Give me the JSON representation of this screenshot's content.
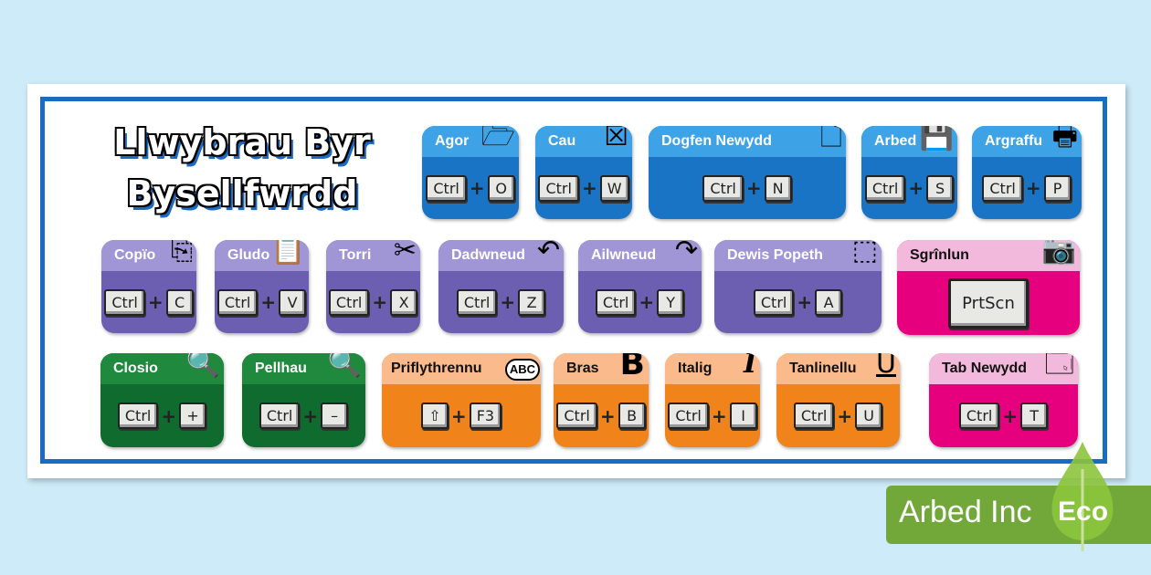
{
  "title": {
    "line1": "Llwybrau Byr",
    "line2": "Bysellfwrdd"
  },
  "colors": {
    "blue_hdr": "#3ea3e6",
    "blue_body": "#1a74c6",
    "purple_hdr": "#a096d6",
    "purple_body": "#6c5fb2",
    "green_hdr": "#1f8a3d",
    "green_body": "#0f6b2e",
    "orange_hdr": "#fbba8c",
    "orange_body": "#f0841a",
    "pink_hdr": "#f2b9dc",
    "pink_body": "#e6007e"
  },
  "cards": [
    {
      "label": "Agor",
      "keys": [
        "Ctrl",
        "O"
      ],
      "icon": "folder-icon",
      "glyph": "🗁",
      "theme": "blue"
    },
    {
      "label": "Cau",
      "keys": [
        "Ctrl",
        "W"
      ],
      "icon": "close-window-icon",
      "glyph": "☒",
      "theme": "blue"
    },
    {
      "label": "Dogfen Newydd",
      "keys": [
        "Ctrl",
        "N"
      ],
      "icon": "new-document-icon",
      "glyph": "🗋",
      "theme": "blue"
    },
    {
      "label": "Arbed",
      "keys": [
        "Ctrl",
        "S"
      ],
      "icon": "floppy-disk-icon",
      "glyph": "💾",
      "theme": "blue"
    },
    {
      "label": "Argraffu",
      "keys": [
        "Ctrl",
        "P"
      ],
      "icon": "printer-icon",
      "glyph": "🖶",
      "theme": "blue"
    },
    {
      "label": "Copïo",
      "keys": [
        "Ctrl",
        "C"
      ],
      "icon": "copy-icon",
      "glyph": "⎘",
      "theme": "purple"
    },
    {
      "label": "Gludo",
      "keys": [
        "Ctrl",
        "V"
      ],
      "icon": "clipboard-icon",
      "glyph": "📋",
      "theme": "purple"
    },
    {
      "label": "Torri",
      "keys": [
        "Ctrl",
        "X"
      ],
      "icon": "scissors-icon",
      "glyph": "✂",
      "theme": "purple"
    },
    {
      "label": "Dadwneud",
      "keys": [
        "Ctrl",
        "Z"
      ],
      "icon": "undo-icon",
      "glyph": "↶",
      "theme": "purple"
    },
    {
      "label": "Ailwneud",
      "keys": [
        "Ctrl",
        "Y"
      ],
      "icon": "redo-icon",
      "glyph": "↷",
      "theme": "purple"
    },
    {
      "label": "Dewis Popeth",
      "keys": [
        "Ctrl",
        "A"
      ],
      "icon": "select-all-icon",
      "glyph": "⬚",
      "theme": "purple"
    },
    {
      "label": "Sgrînlun",
      "keys": [
        "PrtScn"
      ],
      "icon": "screenshot-camera-icon",
      "glyph": "📷",
      "theme": "pink"
    },
    {
      "label": "Closio",
      "keys": [
        "Ctrl",
        "+"
      ],
      "icon": "zoom-in-icon",
      "glyph": "🔍",
      "theme": "green"
    },
    {
      "label": "Pellhau",
      "keys": [
        "Ctrl",
        "–"
      ],
      "icon": "zoom-out-icon",
      "glyph": "🔍",
      "theme": "green"
    },
    {
      "label": "Priflythrennu",
      "keys": [
        "⇧",
        "F3"
      ],
      "icon": "abc-uppercase-icon",
      "glyph": "ABC",
      "theme": "orange"
    },
    {
      "label": "Bras",
      "keys": [
        "Ctrl",
        "B"
      ],
      "icon": "bold-icon",
      "glyph": "B",
      "theme": "orange"
    },
    {
      "label": "Italig",
      "keys": [
        "Ctrl",
        "I"
      ],
      "icon": "italic-icon",
      "glyph": "I",
      "theme": "orange"
    },
    {
      "label": "Tanlinellu",
      "keys": [
        "Ctrl",
        "U"
      ],
      "icon": "underline-icon",
      "glyph": "U",
      "theme": "orange"
    },
    {
      "label": "Tab Newydd",
      "keys": [
        "Ctrl",
        "T"
      ],
      "icon": "new-tab-icon",
      "glyph": "🗔",
      "theme": "pink"
    }
  ],
  "badge": {
    "company": "Arbed Inc",
    "eco": "Eco"
  }
}
